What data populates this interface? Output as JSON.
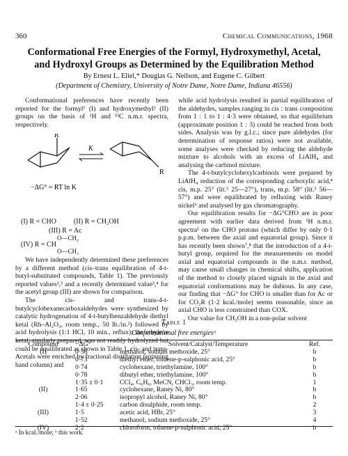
{
  "header": {
    "page_number": "360",
    "journal": "Chemical Communications, 1968"
  },
  "article": {
    "title_line1": "Conformational Free Energies of the Formyl, Hydroxymethyl, Acetal,",
    "title_line2": "and Hydroxyl Groups as Determined by the Equilibration Method",
    "authors": "By Ernest L. Eliel,* Douglas G. Neilson, and Eugene C. Gilbert",
    "affiliation": "(Department of Chemistry, University of Notre Dame, Notre Dame, Indiana 46556)"
  },
  "left_column": {
    "intro": "Conformational preferences have recently been reported for the formyl¹ (I) and hydroxymethyl² (II) groups on the basis of ¹H and ¹³C n.m.r. spectra, respectively.",
    "scheme": {
      "arrow_label": "K",
      "equation": "−ΔG° = RT ln K",
      "substituent": "R",
      "line1": "(I) R = CHO          (II) R = CH₂OH",
      "line2": "(III) R = Ac",
      "line3": "O—CH₂",
      "line4": "(IV) R = CH",
      "line5": "O—CH₂"
    },
    "para2": "We have independently determined these preferences by a different method (cis–trans equilibration of 4-t-butyl-substituted compounds, Table 1). The previously reported values¹,³ and a recently determined value³,⁴ for the acetyl group (III) are shown for comparison.",
    "para3": "The cis- and trans-4-t-butylcyclohexanecarboxaldehydes were synthesized by catalytic hydrogenation of 4-t-butylbenzaldehyde diethyl ketal (Rh–Al₂O₃, room temp., 50 lb./in.²) followed by acid hydrolysis (1:1 HCl, 10 min., reflux); the ethylene ketal, similarly prepared, was not readily hydrolyzed but could be equilibrated as shown in Table 1. cis- and trans-Acetals were enriched by fractional distillation (spinning band column) and"
  },
  "right_column": {
    "para1": "while acid hydrolysis resulted in partial equilibration of the aldehydes, samples ranging in cis : trans composition from 1 : 1 to 1 : 4·3 were obtained, so that equilibrium (approximate position 1 : 3) could be reached from both sides. Analysis was by g.l.c.; since pure aldehydes (for determination of response ratios) were not available, some analyses were checked by reducing the aldehyde mixture to alcohols with an excess of LiAlH₄ and analysing the carbinol mixture.",
    "para2": "The 4-t-butylcyclohexylcarbinols were prepared by LiAlH₄ reduction of the corresponding carboxylic acid,⁴ cis, m.p. 25° (lit.⁵ 25—27°), trans, m.p. 58° (lit.⁵ 56—57°) and were equilibrated by refluxing with Raney nickel⁶ and analysed by gas chromatography.",
    "para3": "Our equilibration results for −ΔG°CHO are in poor agreement with earlier data derived from ¹H n.m.r. spectra¹ on the CHO protons (which differ by only 0·1 p.p.m. between the axial and equatorial group). Since it has recently been shown⁷,⁸ that the introduction of a 4-t-butyl group, required for the measurements on model axial and equatorial compounds in the n.m.r. method, may cause small changes in chemical shifts, application of the method to closely placed signals in the axial and equatorial conformations may be dubious. In any case, our finding that −ΔG° for CHO is smaller than for Ac or for CO₂R (1·2 kcal./mole) seems reasonable, since an axial CHO is less constrained than COX.",
    "para4": "Our value for CH₂OH in a non-polar solvent"
  },
  "table": {
    "caption": "Table 1",
    "subtitle": "Conformational free energiesᵃ",
    "headers": [
      "Compound",
      "−ΔG°",
      "Solvent/Catalyst/Temperature",
      "Ref."
    ],
    "rows": [
      [
        "(I)",
        "0·56",
        "methanol, sodium methoxide, 25°",
        "b"
      ],
      [
        "",
        "0·73",
        "diethyl ether, toluene-p-sulphonic acid, 25°",
        "b"
      ],
      [
        "",
        "0·74",
        "cyclohexane, triethylamine, 100°",
        "b"
      ],
      [
        "",
        "0·78",
        "dibutyl ether, triethylamine, 100°",
        "b"
      ],
      [
        "",
        "1·35 ± 0·1",
        "CCl₄, C₆H₆, MeCN, CHCl₃, room temp.",
        "1"
      ],
      [
        "(II)",
        "1·65",
        "cyclohexane, Raney Ni, 80°",
        "b"
      ],
      [
        "",
        "2·06",
        "isopropyl alcohol, Raney Ni, 80°",
        "b"
      ],
      [
        "",
        "1·4 ± 0·25",
        "carbon disulphide, room temp.",
        "2"
      ],
      [
        "(III)",
        "1·5",
        "acetic acid, HBr, 25°",
        "3"
      ],
      [
        "",
        "1·52",
        "methanol, sodium methoxide, 25°",
        "4"
      ],
      [
        "(IV)",
        "2·2",
        "chloroform, toluene-p-sulphonic acid, 25°",
        "b"
      ]
    ],
    "footnote": "ᵃ In kcal./mole; ᵇ this work."
  },
  "colors": {
    "text": "#111111",
    "background": "#ffffff"
  }
}
